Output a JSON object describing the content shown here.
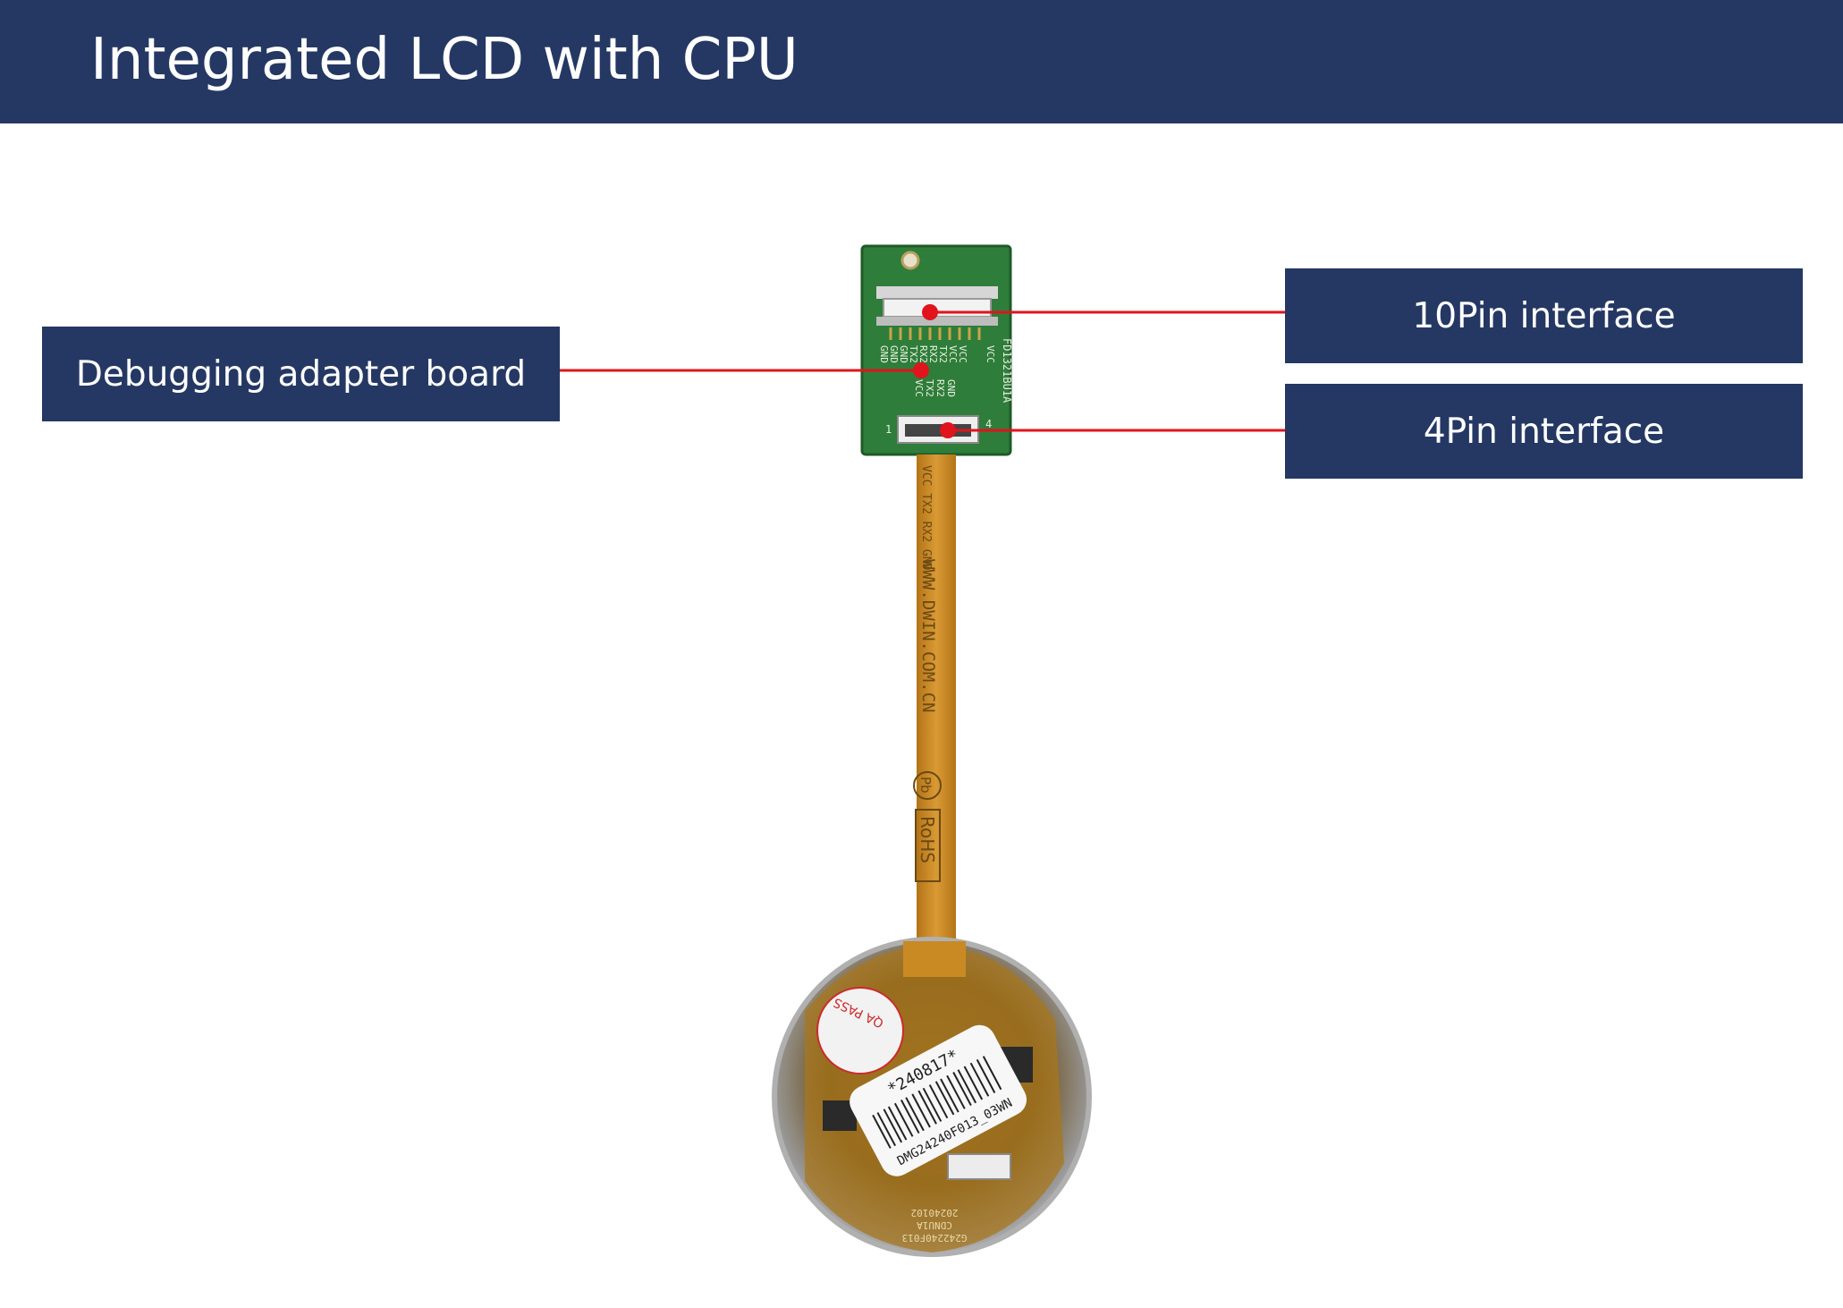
{
  "header": {
    "title": "Integrated LCD with CPU"
  },
  "callouts": {
    "debugging_adapter_board": "Debugging adapter board",
    "pin10_interface": "10Pin interface",
    "pin4_interface": "4Pin interface"
  },
  "board": {
    "silkscreen_model": "FD1321BU1A",
    "pins_left": [
      "GND",
      "GND",
      "GND",
      "TX2",
      "RX2",
      "RX2",
      "TX2",
      "VCC",
      "VCC",
      "VCC"
    ],
    "pins_right": [
      "GND",
      "RX2",
      "TX2",
      "VCC"
    ],
    "pin_marker_1": "1",
    "pin_marker_4": "4"
  },
  "cable": {
    "pin_labels": "VCC TX2 RX2 GND",
    "url": "WWW.DWIN.COM.CN",
    "pb_mark": "Pb",
    "rohs_mark": "RoHS"
  },
  "module": {
    "qa_sticker": "QA PASS",
    "barcode_date": "*240817*",
    "barcode_model": "DMG24240F013_03WN",
    "pcb_model": "G242240F013",
    "pcb_rev": "CDNU1A",
    "pcb_date": "20240102"
  },
  "colors": {
    "header_bg": "#253863",
    "label_bg": "#253863",
    "leader_line": "#e0141c",
    "pcb_green": "#2f7d3a",
    "flex_cable": "#c98a24"
  }
}
